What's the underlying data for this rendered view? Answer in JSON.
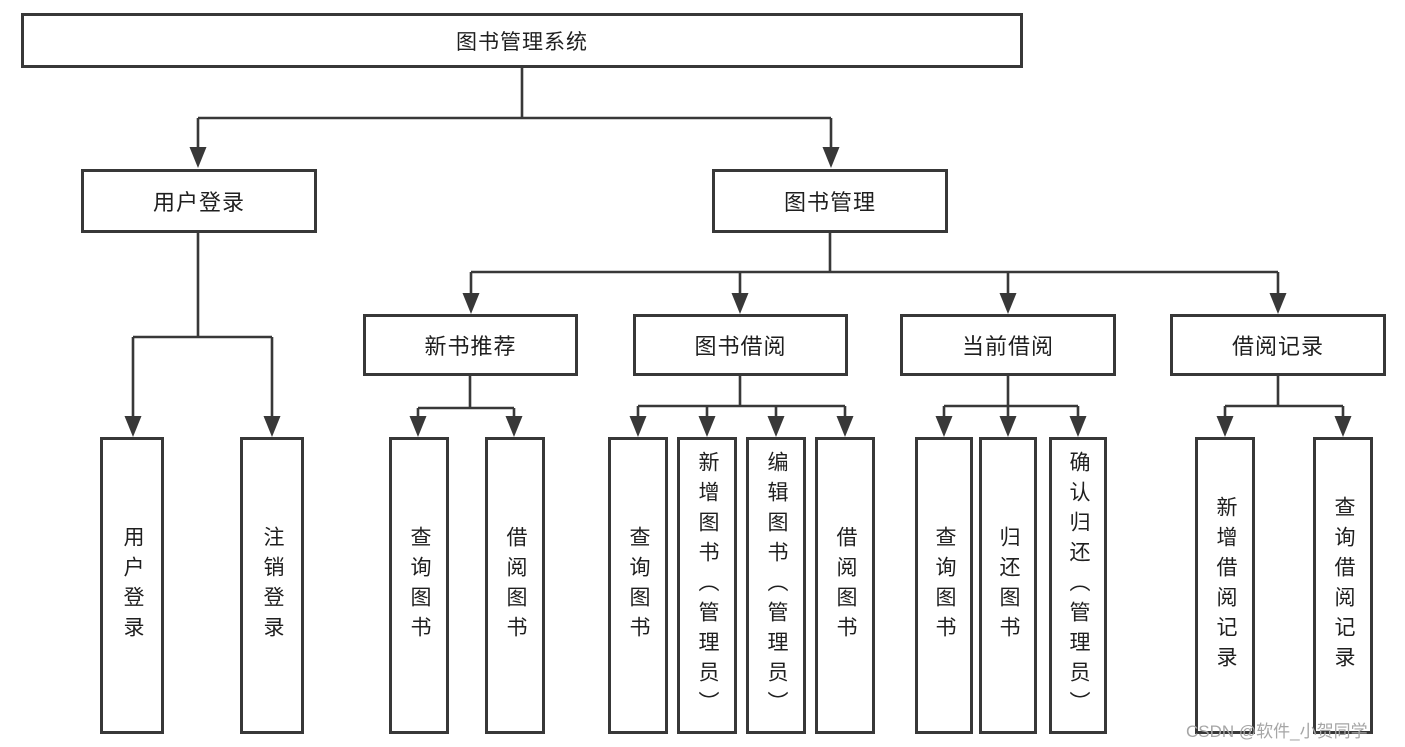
{
  "tree": {
    "label": "图书管理系统",
    "children": [
      {
        "label": "用户登录",
        "children": [
          {
            "label": "用户登录"
          },
          {
            "label": "注销登录"
          }
        ]
      },
      {
        "label": "图书管理",
        "children": [
          {
            "label": "新书推荐",
            "children": [
              {
                "label": "查询图书"
              },
              {
                "label": "借阅图书"
              }
            ]
          },
          {
            "label": "图书借阅",
            "children": [
              {
                "label": "查询图书"
              },
              {
                "label": "新增图书（管理员）"
              },
              {
                "label": "编辑图书（管理员）"
              },
              {
                "label": "借阅图书"
              }
            ]
          },
          {
            "label": "当前借阅",
            "children": [
              {
                "label": "查询图书"
              },
              {
                "label": "归还图书"
              },
              {
                "label": "确认归还（管理员）"
              }
            ]
          },
          {
            "label": "借阅记录",
            "children": [
              {
                "label": "新增借阅记录"
              },
              {
                "label": "查询借阅记录"
              }
            ]
          }
        ]
      }
    ]
  },
  "watermark": {
    "text": "CSDN @软件_小贺同学"
  },
  "colors": {
    "line": "#383838",
    "box_border": "#383838",
    "text": "#1f1f1f",
    "watermark": "#a6a6a6",
    "background": "#ffffff"
  }
}
